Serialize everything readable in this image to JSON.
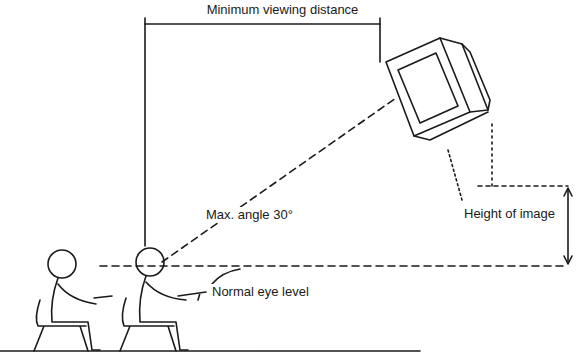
{
  "diagram": {
    "labels": [
      "Minimum viewing distance",
      "Max. angle 30°",
      "Height of image",
      "Normal eye level"
    ]
  }
}
